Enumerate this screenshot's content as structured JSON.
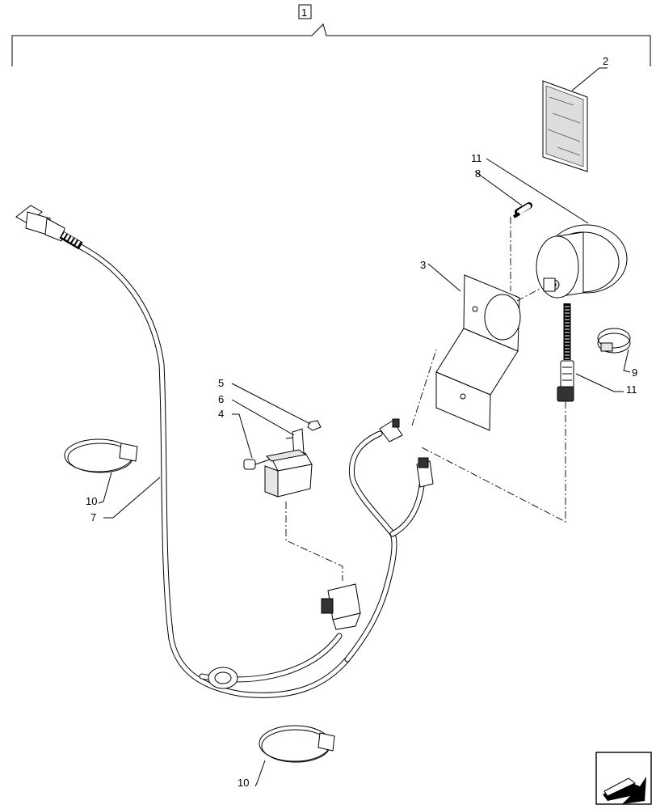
{
  "assembly_callout": "1",
  "callouts": {
    "manual": "2",
    "bracket": "3",
    "screw_relay": "4",
    "nut": "5",
    "relay_bracket": "6",
    "harness": "7",
    "bolt": "8",
    "hose_clamp": "9",
    "tie_upper": "10",
    "tie_lower": "10",
    "alarm_top": "11",
    "alarm_cable": "11"
  },
  "icons": {
    "nav_arrow": "arrow-icon"
  }
}
